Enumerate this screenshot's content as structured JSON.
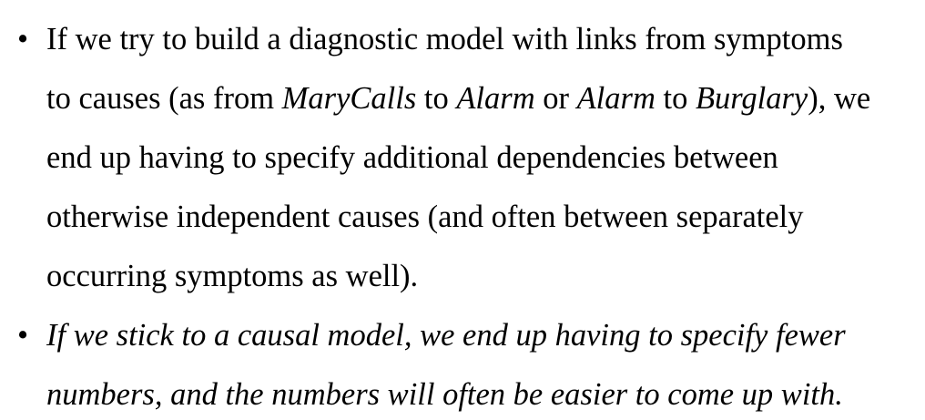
{
  "bullet_glyph": "•",
  "bullets": [
    {
      "lines": [
        [
          {
            "text": "If we try to build a diagnostic model with links from symptoms",
            "italic": false
          }
        ],
        [
          {
            "text": "to causes (as from ",
            "italic": false
          },
          {
            "text": "MaryCalls",
            "italic": true
          },
          {
            "text": " to ",
            "italic": false
          },
          {
            "text": "Alarm",
            "italic": true
          },
          {
            "text": " or ",
            "italic": false
          },
          {
            "text": "Alarm",
            "italic": true
          },
          {
            "text": " to ",
            "italic": false
          },
          {
            "text": "Burglary",
            "italic": true
          },
          {
            "text": "), we",
            "italic": false
          }
        ],
        [
          {
            "text": "end up having to specify additional dependencies between",
            "italic": false
          }
        ],
        [
          {
            "text": "otherwise independent causes (and often between separately",
            "italic": false
          }
        ],
        [
          {
            "text": "occurring symptoms as well).",
            "italic": false
          }
        ]
      ]
    },
    {
      "lines": [
        [
          {
            "text": "If we stick to a causal model, we end up having to specify fewer",
            "italic": true
          }
        ],
        [
          {
            "text": "numbers, and the numbers will often be easier to come up with.",
            "italic": true
          }
        ]
      ]
    }
  ]
}
